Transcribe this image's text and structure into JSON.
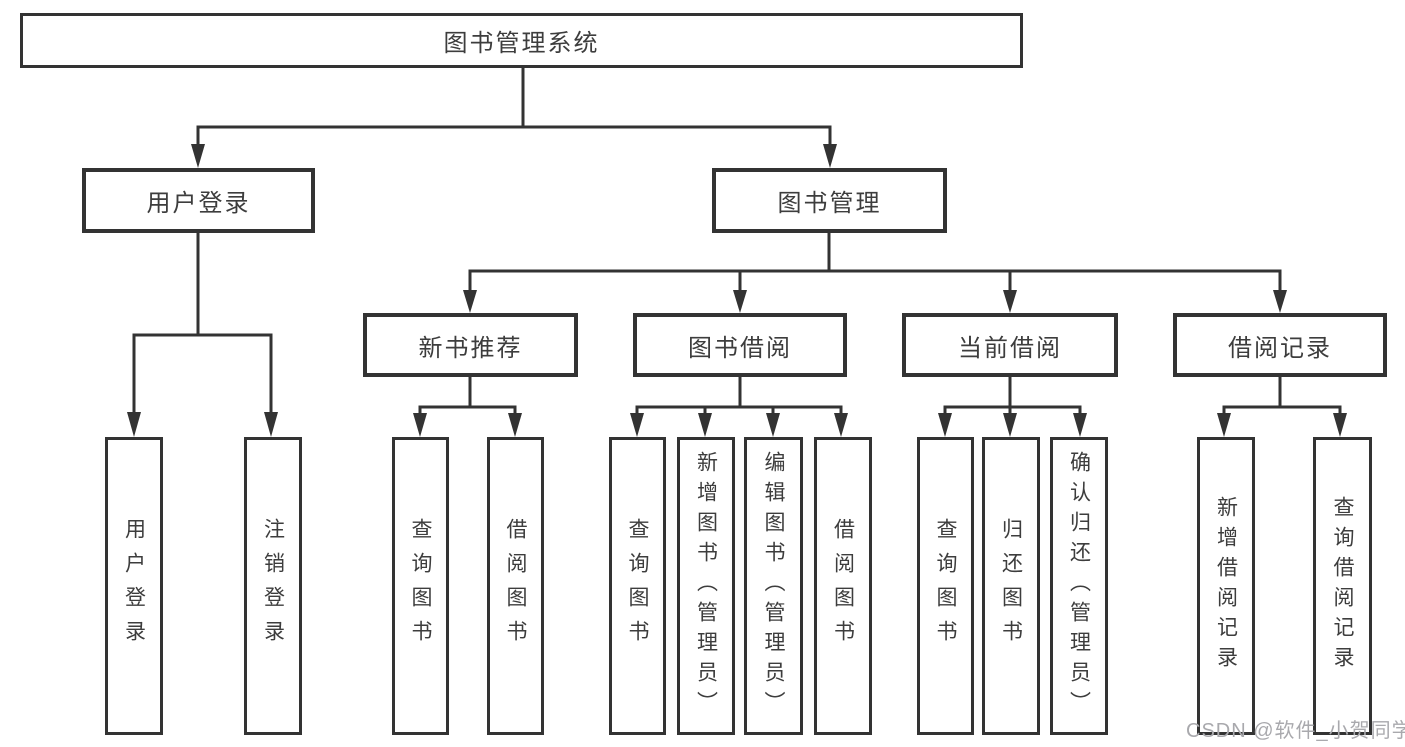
{
  "diagram": {
    "title": "图书管理系统",
    "root": {
      "label": "图书管理系统"
    },
    "branches": [
      {
        "label": "用户登录",
        "children": [
          "用户登录",
          "注销登录"
        ]
      },
      {
        "label": "图书管理",
        "groups": [
          {
            "label": "新书推荐",
            "children": [
              "查询图书",
              "借阅图书"
            ]
          },
          {
            "label": "图书借阅",
            "children": [
              "查询图书",
              "新增图书（管理员）",
              "编辑图书（管理员）",
              "借阅图书"
            ]
          },
          {
            "label": "当前借阅",
            "children": [
              "查询图书",
              "归还图书",
              "确认归还（管理员）"
            ]
          },
          {
            "label": "借阅记录",
            "children": [
              "新增借阅记录",
              "查询借阅记录"
            ]
          }
        ]
      }
    ],
    "colors": {
      "line": "#333333",
      "box_border": "#333333",
      "text": "#3d3d3d",
      "watermark": "#a9a9ad",
      "background": "#ffffff"
    },
    "watermark": "CSDN @软件_小贺同学"
  }
}
